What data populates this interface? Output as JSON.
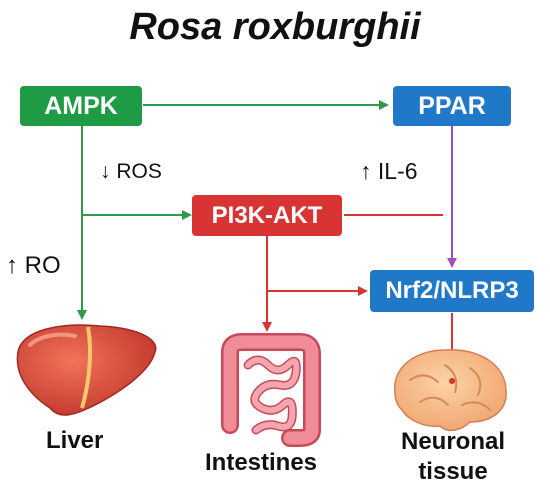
{
  "title": "Rosa roxburghii",
  "nodes": {
    "ampk": {
      "label": "AMPK",
      "color": "#1f9a45"
    },
    "ppar": {
      "label": "PPAR",
      "color": "#1f78c8"
    },
    "pi3k": {
      "label": "PI3K-AKT",
      "color": "#d93434"
    },
    "nrf2": {
      "label": "Nrf2/NLRP3",
      "color": "#1f78c8"
    }
  },
  "annotations": {
    "ros": {
      "arrow": "↓",
      "text": "ROS"
    },
    "il6": {
      "arrow": "↑",
      "text": "IL-6"
    },
    "ro": {
      "arrow": "↑",
      "text": "RO"
    }
  },
  "targets": {
    "liver": "Liver",
    "intestines": "Intestines",
    "neuronal_line1": "Neuronal",
    "neuronal_line2": "tissue"
  },
  "colors": {
    "green_arrow": "#2e9a4a",
    "red_arrow": "#d93434",
    "purple_arrow": "#a050b8"
  },
  "icons": [
    "liver-icon",
    "intestines-icon",
    "brain-icon"
  ]
}
